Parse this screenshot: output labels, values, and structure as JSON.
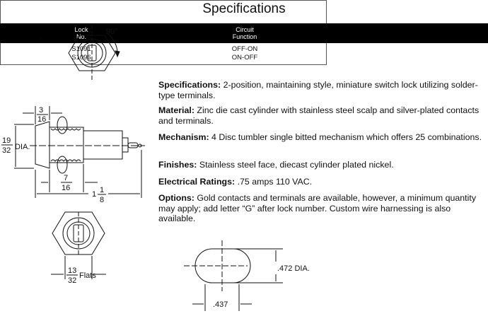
{
  "table": {
    "title": "Specifications",
    "headers": [
      {
        "line1": "Lock",
        "line2": "No."
      },
      {
        "line1": "Circuit",
        "line2": "Function"
      }
    ],
    "rows": [
      {
        "lock": "S1091",
        "function": "OFF-ON"
      },
      {
        "lock": "S1096",
        "function": "ON-OFF"
      }
    ]
  },
  "paragraphs": [
    {
      "label": "Specifications:",
      "text": " 2-position, maintaining style, miniature switch lock utilizing solder-type terminals."
    },
    {
      "label": "Material:",
      "text": " Zinc die cast cylinder with stainless steel scalp and silver-plated contacts and terminals."
    },
    {
      "label": "Mechanism:",
      "text": " 4 Disc tumbler single bitted mechanism which offers 25 combinations."
    },
    {
      "label": "Finishes:",
      "text": " Stainless steel face, diecast cylinder plated nickel."
    },
    {
      "label": "Electrical Ratings:",
      "text": " .75 amps 110 VAC."
    },
    {
      "label": "Options:",
      "text": " Gold contacts and terminals are available, however, a minimum quantity may apply; add letter “G” after lock number. Custom wire harnessing is also available."
    }
  ],
  "drawing": {
    "rotation": "90°",
    "face_num": "3",
    "face_den": "16",
    "dia_num": "19",
    "dia_den": "32",
    "dia_label": "DIA.",
    "thread_num": "7",
    "thread_den": "16",
    "length_whole": "1",
    "length_num": "1",
    "length_den": "8",
    "flats_num": "13",
    "flats_den": "32",
    "flats_label": "Flats",
    "cam_dia": ".472 DIA.",
    "cam_width": ".437"
  }
}
